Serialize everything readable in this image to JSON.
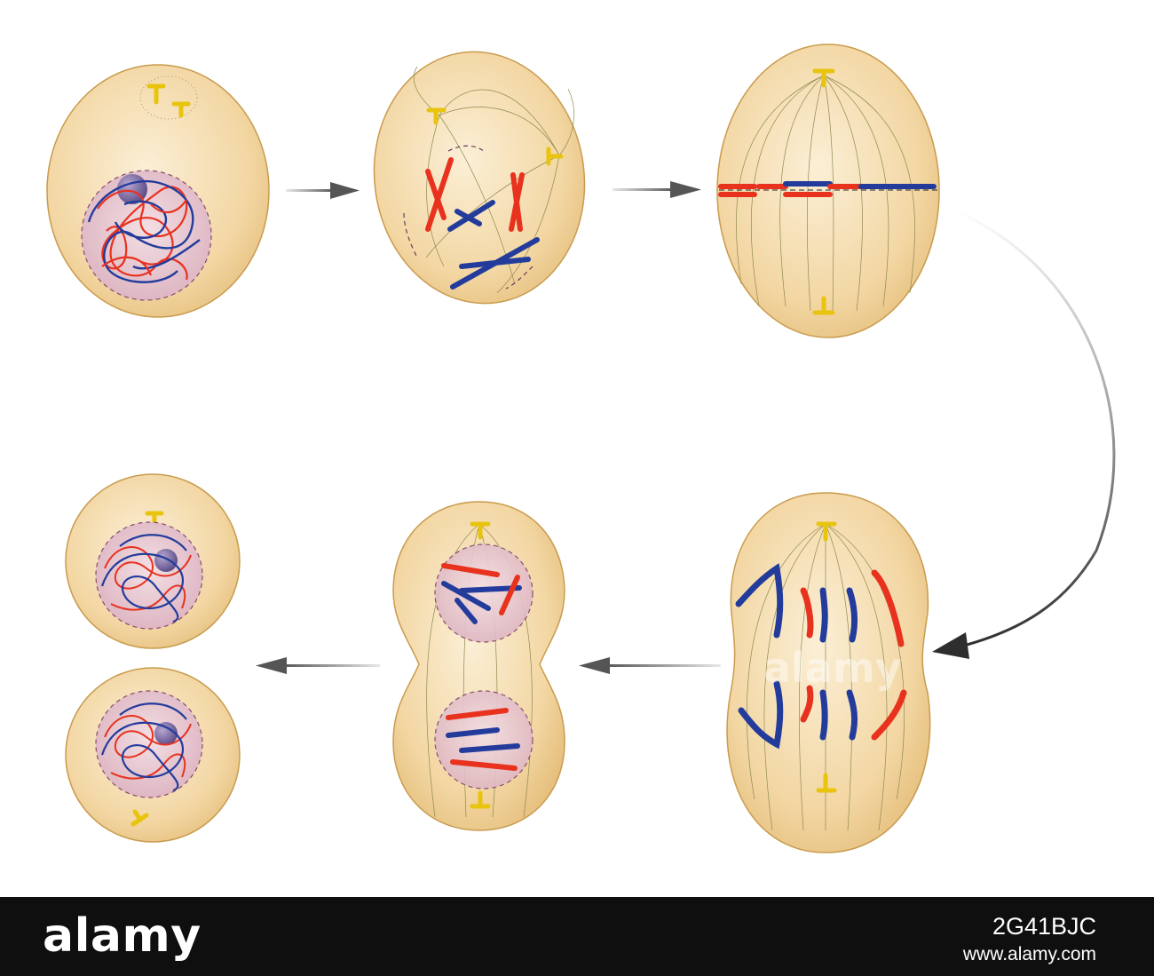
{
  "watermark": {
    "text": "alamy"
  },
  "footer": {
    "brand": "alamy",
    "image_id": "2G41BJC",
    "website": "www.alamy.com"
  },
  "colors": {
    "cell_fill": "#f5dcae",
    "cell_stroke": "#c99b4e",
    "nucleus_fill": "#e8c5cf",
    "chromosome_red": "#e8321e",
    "chromosome_blue": "#233c9c",
    "centrosome": "#e8c40e",
    "spindle": "#8e8a4e",
    "arrow": "#555555",
    "nucleolus": "#7d6aa5",
    "footer_bg": "#0f0f0f"
  },
  "icons": {
    "arrows": [
      "right-arrow-icon",
      "curved-down-arrow-icon",
      "left-arrow-icon"
    ],
    "centrosome": "t-shaped-centrosome-icon"
  }
}
